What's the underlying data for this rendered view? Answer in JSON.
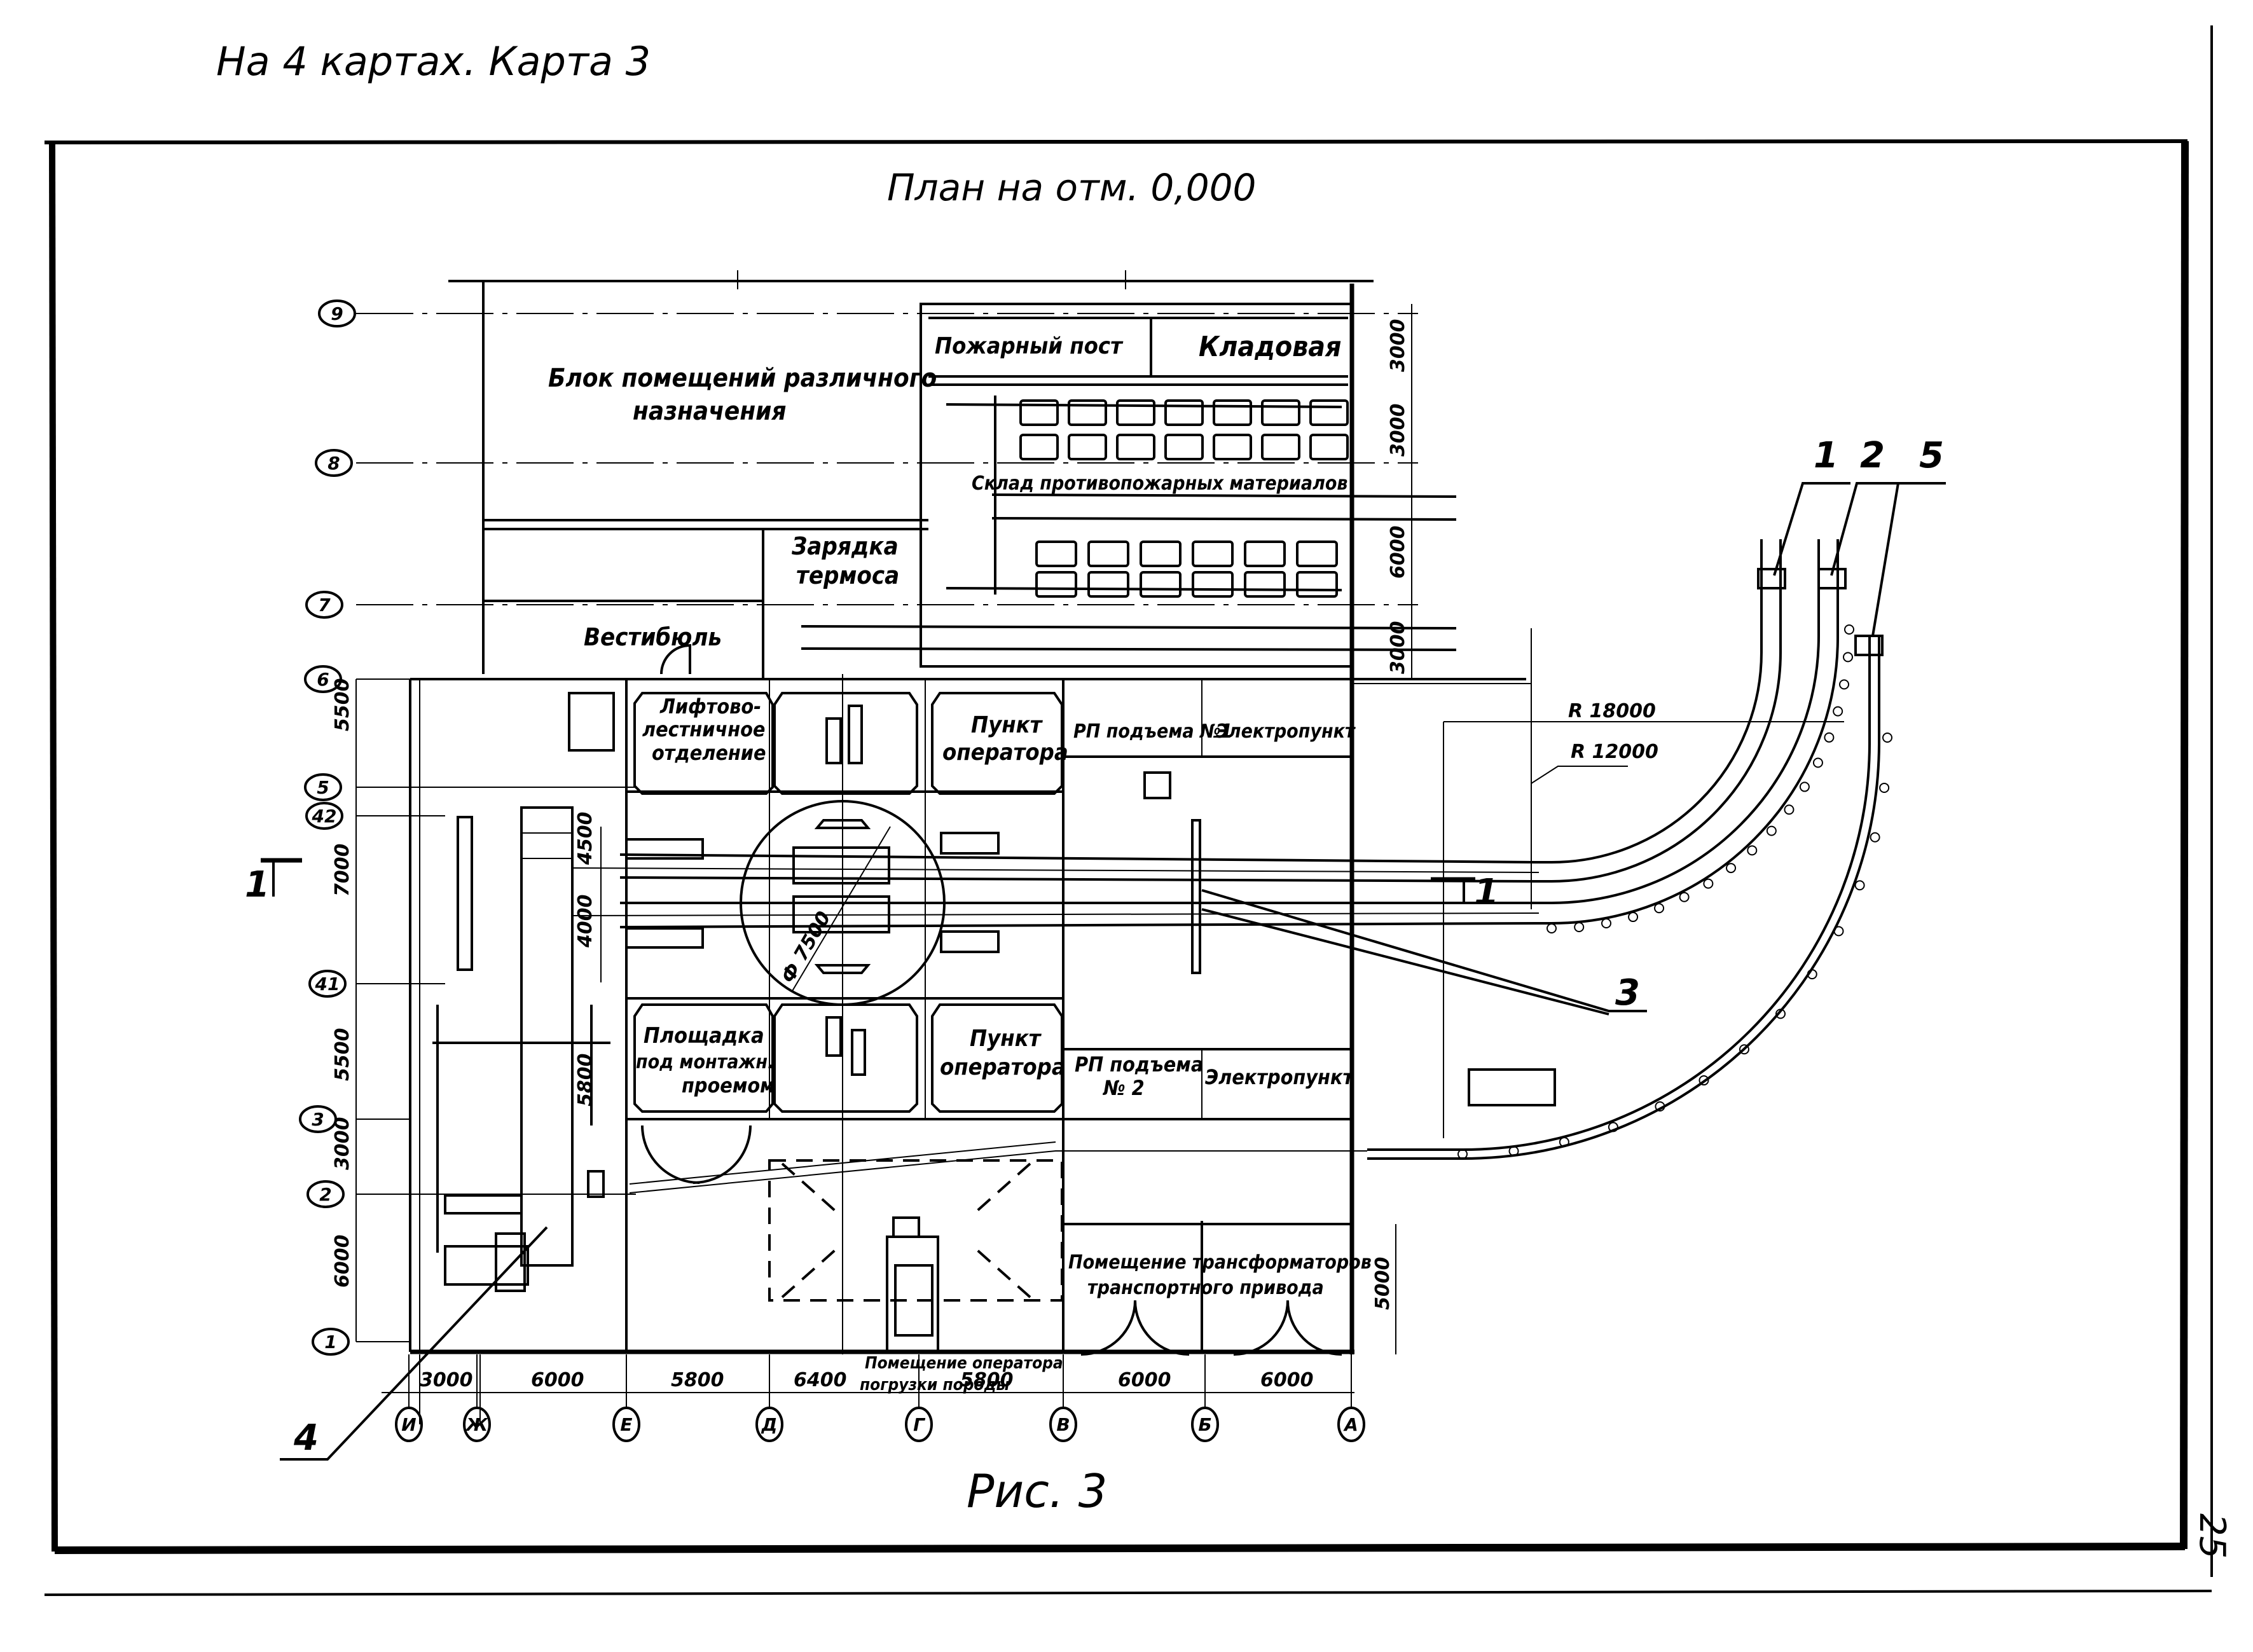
{
  "header": {
    "sheet_note": "На 4 картах. Карта 3",
    "plan_title": "План на отм. 0,000",
    "figure_caption": "Рис. 3",
    "page_number": "25"
  },
  "rooms": {
    "block_misc_line1": "Блок помещений различного",
    "block_misc_line2": "назначения",
    "fire_post": "Пожарный пост",
    "storeroom": "Кладовая",
    "fire_materials_store": "Склад противопожарных материалов",
    "charging_line1": "Зарядка",
    "charging_line2": "термоса",
    "vestibule": "Вестибюль",
    "lift_line1": "Лифтово-",
    "lift_line2": "лестничное",
    "lift_line3": "отделение",
    "operator_top_line1": "Пункт",
    "operator_top_line2": "оператора",
    "rp_lift1": "РП подъема №1",
    "electro_top": "Электропункт",
    "platform_line1": "Площадка",
    "platform_line2": "под монтажн.",
    "platform_line3": "проемом",
    "operator_bottom_line1": "Пункт",
    "operator_bottom_line2": "оператора",
    "rp_lift2_line1": "РП подъема",
    "rp_lift2_line2": "№ 2",
    "electro_bottom": "Электропункт",
    "transformers_line1": "Помещение трансформаторов",
    "transformers_line2": "транспортного привода",
    "loading_op_line1": "Помещение оператора",
    "loading_op_line2": "погрузки породы"
  },
  "row_axes": [
    "9",
    "8",
    "7",
    "6",
    "5",
    "42",
    "41",
    "3",
    "2",
    "1"
  ],
  "column_axes": [
    "И",
    "Ж",
    "Е",
    "Д",
    "Г",
    "В",
    "Б",
    "А"
  ],
  "dimensions": {
    "left_vertical": [
      "5500",
      "7000",
      "5500",
      "3000",
      "6000"
    ],
    "right_vertical": [
      "3000",
      "3000",
      "6000",
      "3000"
    ],
    "bottom_horizontal": [
      "3000",
      "6000",
      "5800",
      "6400",
      "5800",
      "6000",
      "6000"
    ],
    "inner_vertical": [
      "4500",
      "4000",
      "5800"
    ],
    "transformer_room_height": "5000",
    "shaft_diameter": "Ф 7500",
    "radius_outer": "R 18000",
    "radius_inner": "R 12000"
  },
  "position_marks": [
    "1",
    "2",
    "5",
    "3",
    "4"
  ],
  "section_mark": "1"
}
